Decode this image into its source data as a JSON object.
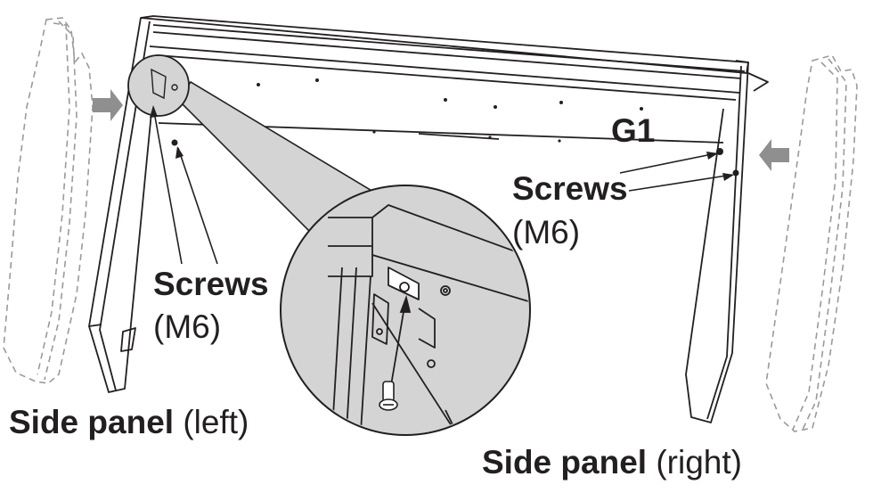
{
  "labels": {
    "screws_left": "Screws",
    "m6_left": "(M6)",
    "side_panel_left_bold": "Side panel",
    "side_panel_left_rest": " (left)",
    "part_id": "G1",
    "screws_right": "Screws",
    "m6_right": "(M6)",
    "side_panel_right_bold": "Side panel",
    "side_panel_right_rest": " (right)"
  },
  "colors": {
    "line": "#231f20",
    "arrow_fill": "#8f8f8f",
    "callout_fill": "#d4d4d4",
    "dashed": "#9a9a9a"
  },
  "icons": [
    "push-arrow-left",
    "push-arrow-right",
    "screw",
    "magnifier-callout"
  ]
}
